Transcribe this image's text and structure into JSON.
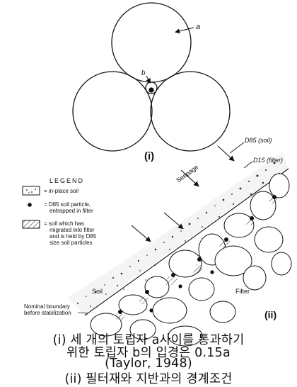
{
  "figure_i": {
    "particle_a_label": "a",
    "particle_b_label": "b",
    "panel_label": "(i)"
  },
  "figure_ii": {
    "legend_title": "LEGEND",
    "legend_items": [
      {
        "text_lines": [
          "= in-place soil"
        ]
      },
      {
        "text_lines": [
          "= D85 soil particle,",
          "entrapped in filter"
        ]
      },
      {
        "text_lines": [
          "= soil which has",
          "migrated into filter",
          "and is held by D85",
          "size soil particles"
        ]
      }
    ],
    "seepage_label": "Seepage",
    "d85_soil_label": "D85 (soil)",
    "d15_filter_label": "D15 (filter)",
    "soil_label": "Soil",
    "filter_label": "Filter",
    "boundary_label_lines": [
      "Nominal boundary",
      "before stabilization"
    ],
    "panel_label": "(ii)"
  },
  "caption": {
    "line1": "(i) 세 개의 토립자 a사이를 통과하기",
    "line2": "위한 토립자 b의 입경은 0.15a",
    "line3": "(Taylor, 1948)",
    "line4": "(ii) 필터재와 지반과의 경계조건"
  }
}
